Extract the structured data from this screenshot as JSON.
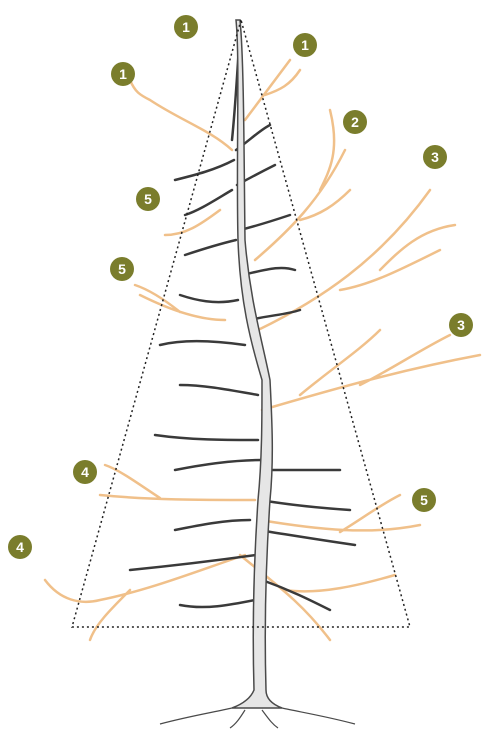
{
  "colors": {
    "kept_branch": "#3a3a3a",
    "pruned_branch": "#f0c08a",
    "trunk": "#4a4a4a",
    "outline": "#222222",
    "marker_fill": "#7a7d2c",
    "marker_text": "#ffffff"
  },
  "markers": [
    {
      "label": "1"
    },
    {
      "label": "1"
    },
    {
      "label": "1"
    },
    {
      "label": "2"
    },
    {
      "label": "3"
    },
    {
      "label": "5"
    },
    {
      "label": "5"
    },
    {
      "label": "3"
    },
    {
      "label": "4"
    },
    {
      "label": "5"
    },
    {
      "label": "4"
    }
  ]
}
